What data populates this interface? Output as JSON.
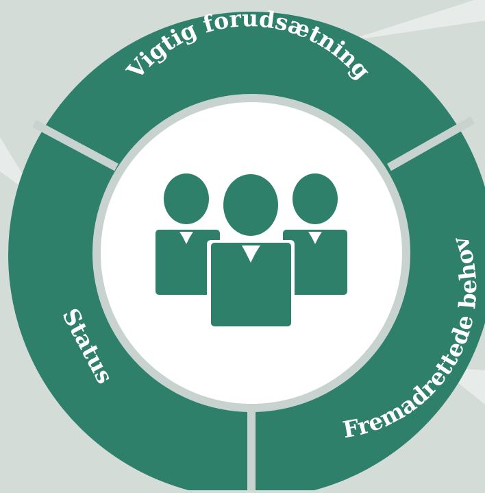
{
  "diagram": {
    "segments": [
      {
        "id": "top",
        "label": "Vigtig forudsætning"
      },
      {
        "id": "right",
        "label": "Fremadrettede behov"
      },
      {
        "id": "left",
        "label": "Status"
      }
    ],
    "center_icon": "people-group-icon",
    "colors": {
      "background": "#d4dcd8",
      "ring": "#2e806b",
      "separator": "#c8d3cf",
      "center_fill": "#ffffff",
      "center_border": "#c8d3cf",
      "pointer": "#e7ecea",
      "icon": "#2e806b"
    }
  }
}
